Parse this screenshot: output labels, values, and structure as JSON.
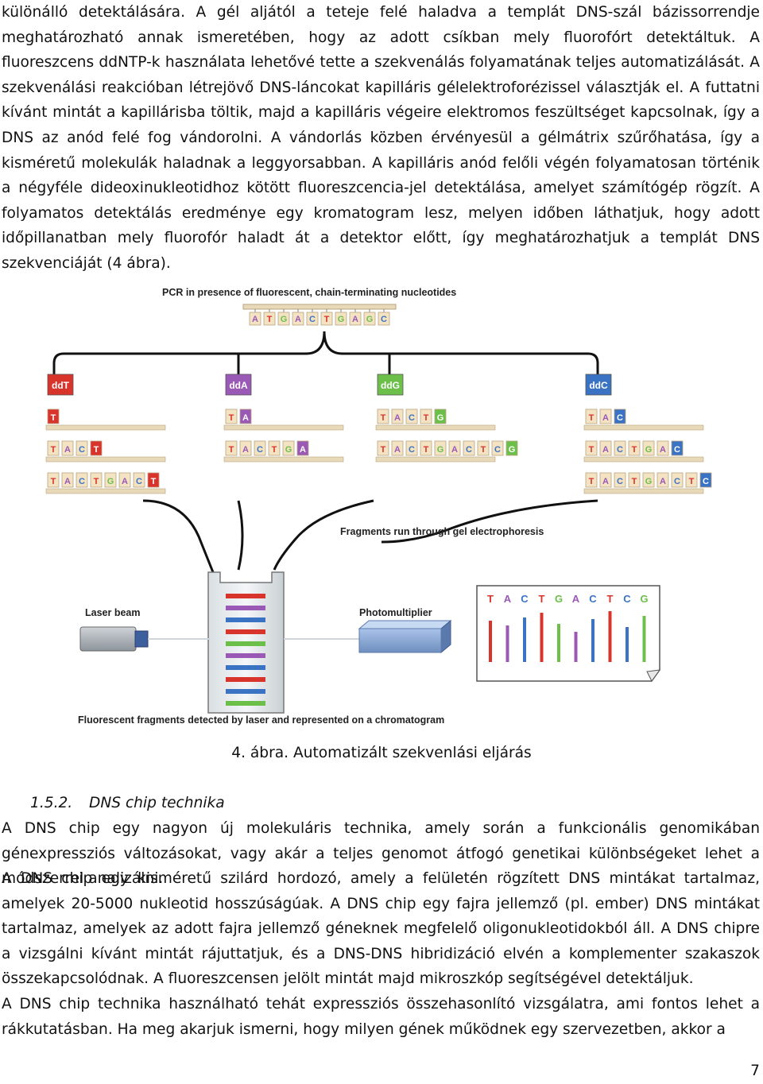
{
  "intro_paragraph": "különálló detektálására. A gél aljától a teteje felé haladva a templát DNS-szál bázissorrendje meghatározható annak ismeretében, hogy az adott csíkban mely fluorofórt detektáltuk. A fluoreszcens ddNTP-k használata lehetővé tette a szekvenálás folyamatának teljes automatizálását. A szekvenálási reakcióban létrejövő DNS-láncokat kapilláris gélelektroforézissel választják el. A futtatni kívánt mintát a kapillárisba töltik, majd a kapilláris végeire elektromos feszültséget kapcsolnak, így a DNS az anód felé fog vándorolni. A vándorlás közben érvényesül a gélmátrix szűrőhatása, így a kisméretű molekulák haladnak a leggyorsabban. A kapilláris anód felőli végén folyamatosan történik a négyféle dideoxinukleotidhoz kötött fluoreszcencia-jel detektálása, amelyet számítógép rögzít. A folyamatos detektálás eredménye egy kromatogram lesz, melyen időben láthatjuk, hogy adott időpillanatban mely fluorofór haladt át a detektor előtt, így meghatározhatjuk a templát DNS szekvenciáját (4 ábra).",
  "figure": {
    "title_top": "PCR in presence of fluorescent, chain-terminating nucleotides",
    "template_sequence": [
      "A",
      "T",
      "G",
      "A",
      "C",
      "T",
      "G",
      "A",
      "G",
      "C"
    ],
    "groups": [
      {
        "label": "ddT",
        "fragments": [
          [
            "T"
          ],
          [
            "T",
            "A",
            "C",
            "T"
          ],
          [
            "T",
            "A",
            "C",
            "T",
            "G",
            "A",
            "C",
            "T"
          ]
        ]
      },
      {
        "label": "ddA",
        "fragments": [
          [
            "T",
            "A"
          ],
          [
            "T",
            "A",
            "C",
            "T",
            "G",
            "A"
          ]
        ]
      },
      {
        "label": "ddG",
        "fragments": [
          [
            "T",
            "A",
            "C",
            "T",
            "G"
          ],
          [
            "T",
            "A",
            "C",
            "T",
            "G",
            "A",
            "C",
            "T",
            "C",
            "G"
          ]
        ]
      },
      {
        "label": "ddC",
        "fragments": [
          [
            "T",
            "A",
            "C"
          ],
          [
            "T",
            "A",
            "C",
            "T",
            "G",
            "A",
            "C"
          ],
          [
            "T",
            "A",
            "C",
            "T",
            "G",
            "A",
            "C",
            "T",
            "C"
          ]
        ]
      }
    ],
    "colors": {
      "T": "#d9342b",
      "A": "#9b59b6",
      "G": "#6cc04a",
      "C": "#3b73c4"
    },
    "electrophoresis_label": "Fragments run through gel electrophoresis",
    "laser_label": "Laser beam",
    "photomultiplier_label": "Photomultiplier",
    "chromatogram_sequence": [
      "T",
      "A",
      "C",
      "T",
      "G",
      "A",
      "C",
      "T",
      "C",
      "G"
    ],
    "bottom_label": "Fluorescent fragments detected by laser and represented on a chromatogram"
  },
  "caption": "4. ábra. Automatizált szekvenlási eljárás",
  "section": {
    "number": "1.5.2.",
    "title": "DNS chip technika"
  },
  "paragraphs": [
    "A DNS chip egy nagyon új molekuláris technika, amely során a funkcionális genomikában génexpressziós változásokat, vagy akár a teljes genomot átfogó genetikai különbségeket lehet a módszerrel analizálni.",
    "A DNS chip egy kisméretű szilárd hordozó, amely a felületén rögzített DNS mintákat tartalmaz, amelyek 20-5000 nukleotid hosszúságúak. A DNS chip egy fajra jellemző (pl. ember) DNS mintákat tartalmaz, amelyek az adott fajra jellemző géneknek megfelelő oligonukleotidokból áll. A DNS chipre a vizsgálni kívánt mintát rájuttatjuk, és a DNS-DNS hibridizáció elvén a komplementer szakaszok összekapcsolódnak. A fluoreszcensen jelölt mintát majd mikroszkóp segítségével detektáljuk.",
    "A DNS chip technika használható tehát expressziós összehasonlító vizsgálatra, ami fontos lehet a rákkutatásban. Ha meg akarjuk ismerni, hogy milyen gének működnek egy szervezetben, akkor a"
  ],
  "page_number": "7"
}
